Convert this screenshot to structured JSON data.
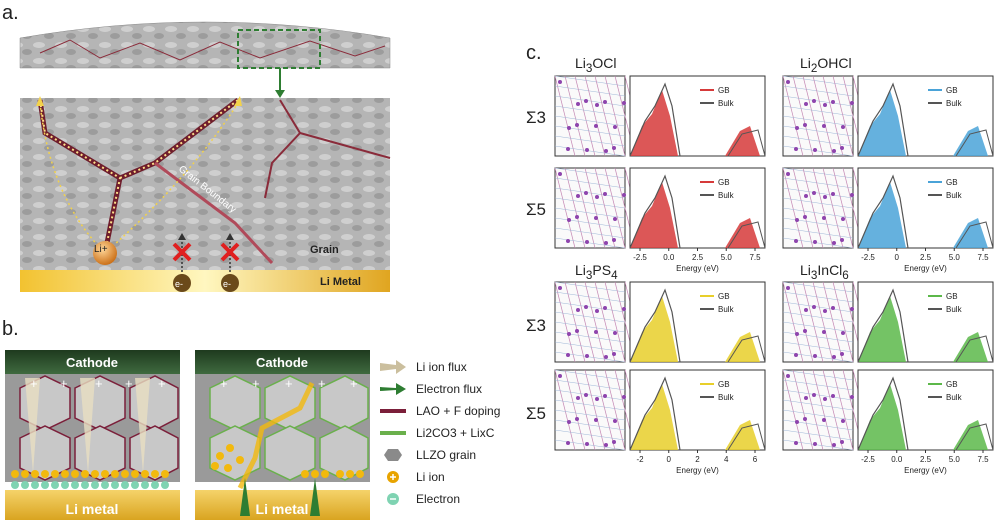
{
  "panel_a": {
    "label": "a.",
    "li_plus": "Li+",
    "grain_boundary": "Grain Boundary",
    "grain": "Grain",
    "e_minus": "e-",
    "li_metal": "Li Metal"
  },
  "panel_b": {
    "label": "b.",
    "cathode_left": "Cathode",
    "cathode_right": "Cathode",
    "li_metal_left": "Li metal",
    "li_metal_right": "Li metal",
    "legend": [
      {
        "label": "Li ion flux",
        "icon": "li-ion-flux-arrow-icon",
        "color": "#cbbf9e"
      },
      {
        "label": "Electron flux",
        "icon": "electron-flux-arrow-icon",
        "color": "#2e7d32"
      },
      {
        "label": "LAO + F doping",
        "icon": "lao-line-icon",
        "color": "#7b1f3a"
      },
      {
        "label": "Li2CO3 + LixC",
        "icon": "li2co3-line-icon",
        "color": "#6ab04c"
      },
      {
        "label": "LLZO grain",
        "icon": "hexagon-icon",
        "color": "#8a8a8a"
      },
      {
        "label": "Li ion",
        "icon": "plus-circle-icon",
        "color": "#e8a400"
      },
      {
        "label": "Electron",
        "icon": "minus-circle-icon",
        "color": "#7fd3b2"
      }
    ]
  },
  "panel_c": {
    "label": "c.",
    "sigma3": "Σ3",
    "sigma5": "Σ5",
    "legend_gb": "GB",
    "legend_bulk": "Bulk",
    "xlabel": "Energy (eV)",
    "materials": [
      {
        "name": "Li3OCl",
        "color": "#d63a3a",
        "ticks": [
          "-2.5",
          "0.0",
          "2.5",
          "5.0",
          "7.5"
        ]
      },
      {
        "name": "Li2OHCl",
        "color": "#4aa3d8",
        "ticks": [
          "-2.5",
          "0",
          "2.5",
          "5.0",
          "7.5"
        ]
      },
      {
        "name": "Li3PS4",
        "color": "#e8cf2a",
        "ticks": [
          "-2",
          "0",
          "2",
          "4",
          "6"
        ]
      },
      {
        "name": "Li3InCl6",
        "color": "#5cb84a",
        "ticks": [
          "-2.5",
          "0.0",
          "2.5",
          "5.0",
          "7.5"
        ]
      }
    ]
  }
}
